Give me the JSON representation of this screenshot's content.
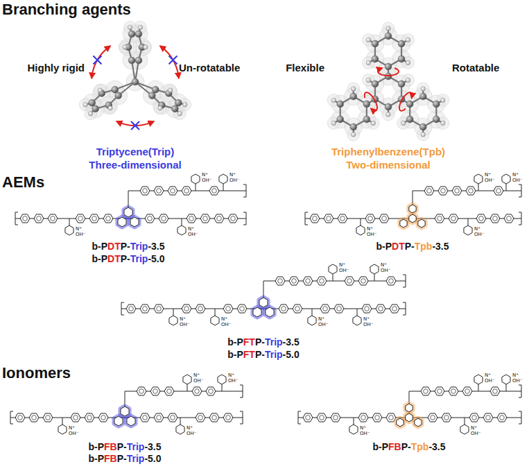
{
  "diagram": {
    "labels": [
      "Branching agents",
      "Highly rigid",
      "Un-rotatable",
      "Triptycene(Trip)",
      "Three-dimensional",
      "Flexible",
      "Rotatable",
      "Triphenylbenzene(Tpb)",
      "Two-dimensional",
      "AEMs",
      "N⁺",
      "OH⁻",
      "N⁺",
      "OH⁻",
      "N⁺",
      "OH⁻",
      "N⁺",
      "OH⁻",
      "b-PDTP-Trip-3.5",
      "b-PDTP-Trip-5.0",
      "N⁺",
      "OH⁻",
      "N⁺",
      "OH⁻",
      "N⁺",
      "OH⁻",
      "N⁺",
      "OH⁻",
      "b-PDTP-Tpb-3.5",
      "N⁺",
      "OH⁻",
      "N⁺",
      "OH⁻",
      "N⁺",
      "OH⁻",
      "N⁺",
      "OH⁻",
      "N⁺",
      "OH⁻",
      "N⁺",
      "OH⁻",
      "b-PFTP-Trip-3.5",
      "b-PFTP-Trip-5.0",
      "Ionomers",
      "N⁺",
      "OH⁻",
      "N⁺",
      "OH⁻",
      "N⁺",
      "OH⁻",
      "N⁺",
      "OH⁻",
      "b-PFBP-Trip-3.5",
      "b-PFBP-Trip-5.0",
      "N⁺",
      "OH⁻",
      "N⁺",
      "OH⁻",
      "N⁺",
      "OH⁻",
      "N⁺",
      "OH⁻",
      "b-PFBP-Tpb-3.5"
    ]
  }
}
